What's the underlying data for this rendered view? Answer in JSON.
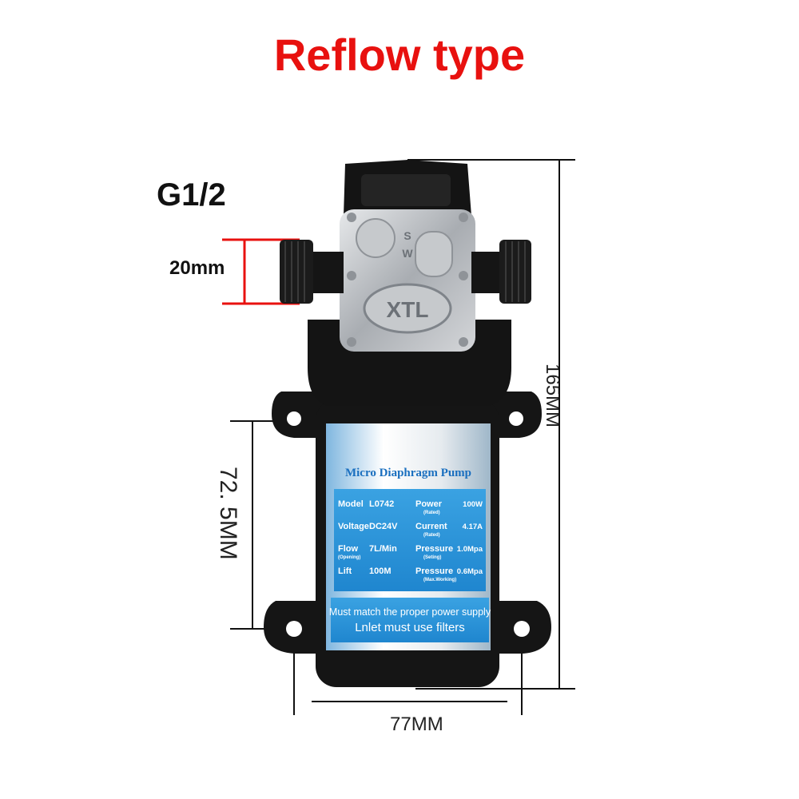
{
  "title": "Reflow type",
  "thread": "G1/2",
  "dims": {
    "inlet": "20mm",
    "height": "165MM",
    "mount": "72. 5MM",
    "width": "77MM"
  },
  "pump": {
    "brand": "XTL",
    "valve_marks": [
      "S",
      "W"
    ],
    "label_title": "Micro Diaphragm Pump",
    "specs": [
      {
        "k": "Model",
        "sub": "",
        "v": "L0742",
        "k2": "Power",
        "sub2": "(Rated)",
        "v2": "100W"
      },
      {
        "k": "Voltage",
        "sub": "",
        "v": "DC24V",
        "k2": "Current",
        "sub2": "(Rated)",
        "v2": "4.17A"
      },
      {
        "k": "Flow",
        "sub": "(Opening)",
        "v": "7L/Min",
        "k2": "Pressure",
        "sub2": "(Seting)",
        "v2": "1.0Mpa"
      },
      {
        "k": "Lift",
        "sub": "",
        "v": "100M",
        "k2": "Pressure",
        "sub2": "(Max.Working)",
        "v2": "0.6Mpa"
      }
    ],
    "warning1": "Must match the proper power supply",
    "warning2": "Lnlet must use filters"
  },
  "colors": {
    "title": "#e8110f",
    "dim_red": "#e8110f",
    "body": "#141414",
    "label_blue": "#2a93d8",
    "metal": "#b9bcc0"
  }
}
